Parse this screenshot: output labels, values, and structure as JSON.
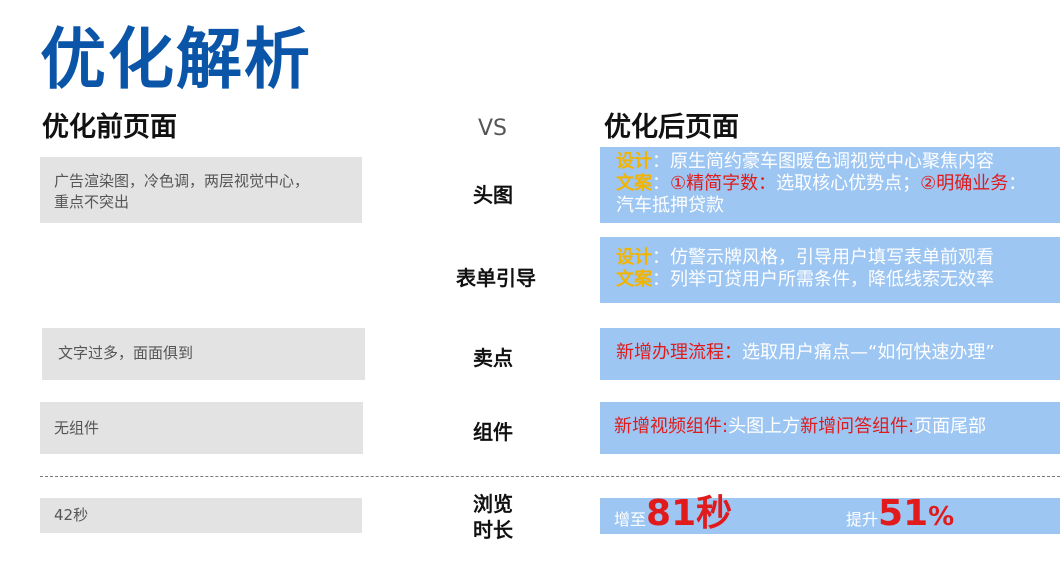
{
  "title": "优化解析",
  "before_heading": "优化前页面",
  "vs": "VS",
  "after_heading": "优化后页面",
  "rows": [
    {
      "label": "头图",
      "before": [
        "广告渲染图，冷色调，两层视觉中心，",
        "重点不突出"
      ],
      "after": {
        "design_key": "设计",
        "sep": "：",
        "design_text": "原生简约豪车图暖色调视觉中心聚焦内容",
        "copy_key": "文案",
        "copy_p1": "①精简字数：",
        "copy_t1": "选取核心优势点；",
        "copy_p2": "②明确业务",
        "copy_t2": "：",
        "copy_cont": "汽车抵押贷款"
      }
    },
    {
      "label": "表单引导",
      "before": [],
      "after": {
        "design_key": "设计",
        "sep": "：",
        "design_text": "仿警示牌风格，引导用户填写表单前观看",
        "copy_key": "文案",
        "copy_text": "列举可贷用户所需条件，降低线索无效率"
      }
    },
    {
      "label": "卖点",
      "before": [
        "文字过多，面面俱到"
      ],
      "after": {
        "red": "新增办理流程：",
        "text": "选取用户痛点—“如何快速办理”"
      }
    },
    {
      "label": "组件",
      "before": [
        "无组件"
      ],
      "after": {
        "red1": "新增视频组件:",
        "text1": "头图上方",
        "red2": "新增问答组件:",
        "text2": "页面尾部"
      }
    },
    {
      "label_lines": [
        "浏览",
        "时长"
      ],
      "before": [
        "42秒"
      ],
      "after": {
        "prefix1": "增至",
        "value1": "81秒",
        "prefix2": "提升",
        "value2": "51",
        "unit2": "%"
      }
    }
  ],
  "colors": {
    "title": "#0b55a8",
    "blue_box": "#9dc6f3",
    "gray_box": "#e3e3e3",
    "key_yellow": "#f2b400",
    "key_red": "#e11b1b"
  }
}
